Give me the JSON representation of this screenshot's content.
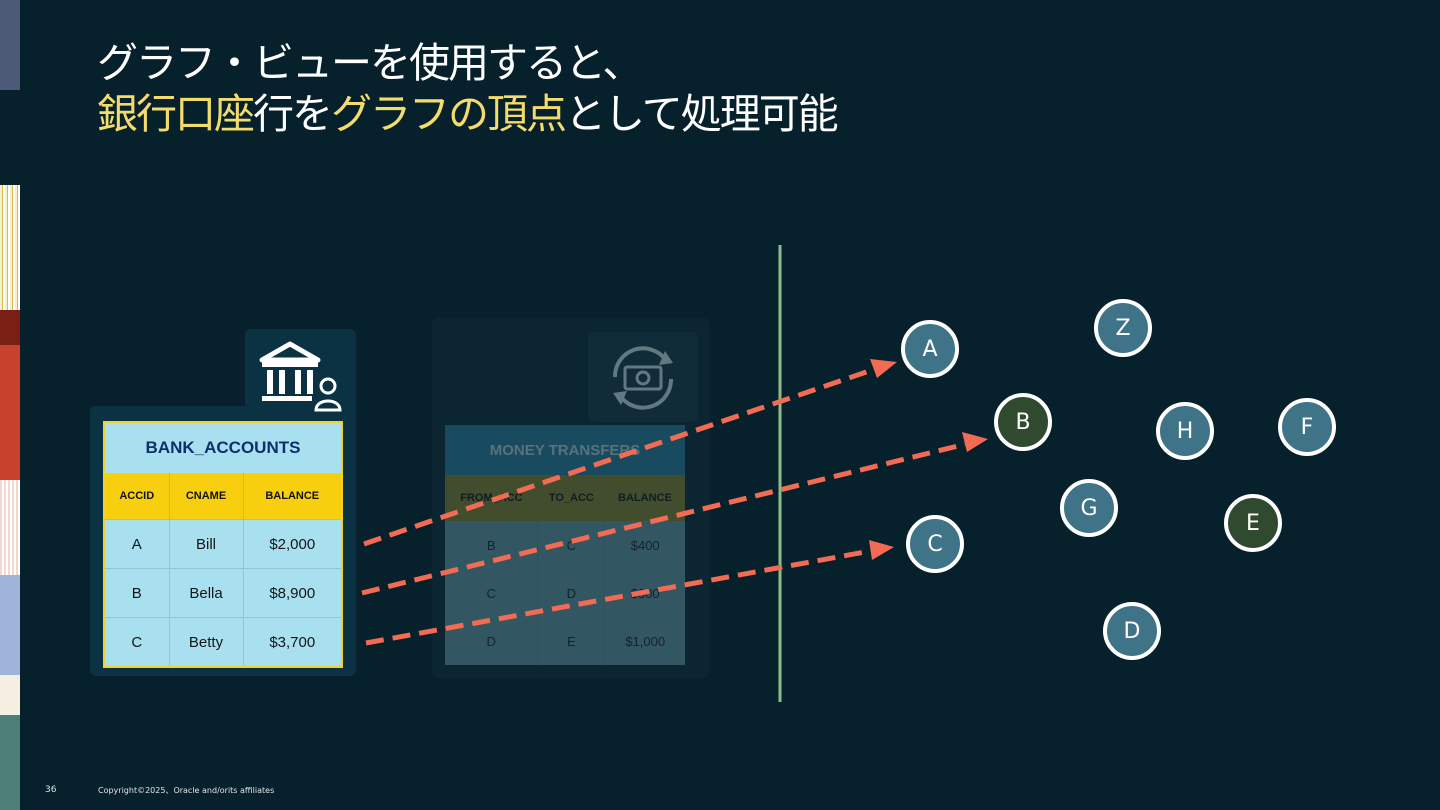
{
  "title": {
    "line1": "グラフ・ビューを使用すると、",
    "line2_hl1": "銀行口座",
    "line2_mid1": "行を",
    "line2_hl2": "グラフの頂点",
    "line2_rest": "として処理可能"
  },
  "bank_accounts": {
    "title": "BANK_ACCOUNTS",
    "columns": [
      "ACCID",
      "CNAME",
      "BALANCE"
    ],
    "rows": [
      [
        "A",
        "Bill",
        "$2,000"
      ],
      [
        "B",
        "Bella",
        "$8,900"
      ],
      [
        "C",
        "Betty",
        "$3,700"
      ]
    ]
  },
  "money_transfers": {
    "title": "MONEY TRANSFERS",
    "columns": [
      "FROM_ACC",
      "TO_ACC",
      "BALANCE"
    ],
    "rows": [
      [
        "B",
        "C",
        "$400"
      ],
      [
        "C",
        "D",
        "$300"
      ],
      [
        "D",
        "E",
        "$1,000"
      ]
    ]
  },
  "icons": {
    "bank": "bank-building-icon",
    "user": "user-icon",
    "transfer": "money-transfer-icon"
  },
  "colors": {
    "background": "#06202c",
    "highlight": "#f4dc6c",
    "arrow": "#f26b52",
    "node": "#3f7388",
    "node_dark": "#2f4a2e",
    "divider": "#8dbb8a"
  },
  "nodes": [
    {
      "label": "A",
      "style": "blue"
    },
    {
      "label": "Z",
      "style": "blue"
    },
    {
      "label": "B",
      "style": "dark"
    },
    {
      "label": "H",
      "style": "blue"
    },
    {
      "label": "F",
      "style": "blue"
    },
    {
      "label": "G",
      "style": "blue"
    },
    {
      "label": "C",
      "style": "blue"
    },
    {
      "label": "E",
      "style": "dark"
    },
    {
      "label": "D",
      "style": "blue"
    }
  ],
  "footer": {
    "page_number": "36",
    "copyright": "Copyright©2025、Oracle and/orits affiliates"
  }
}
